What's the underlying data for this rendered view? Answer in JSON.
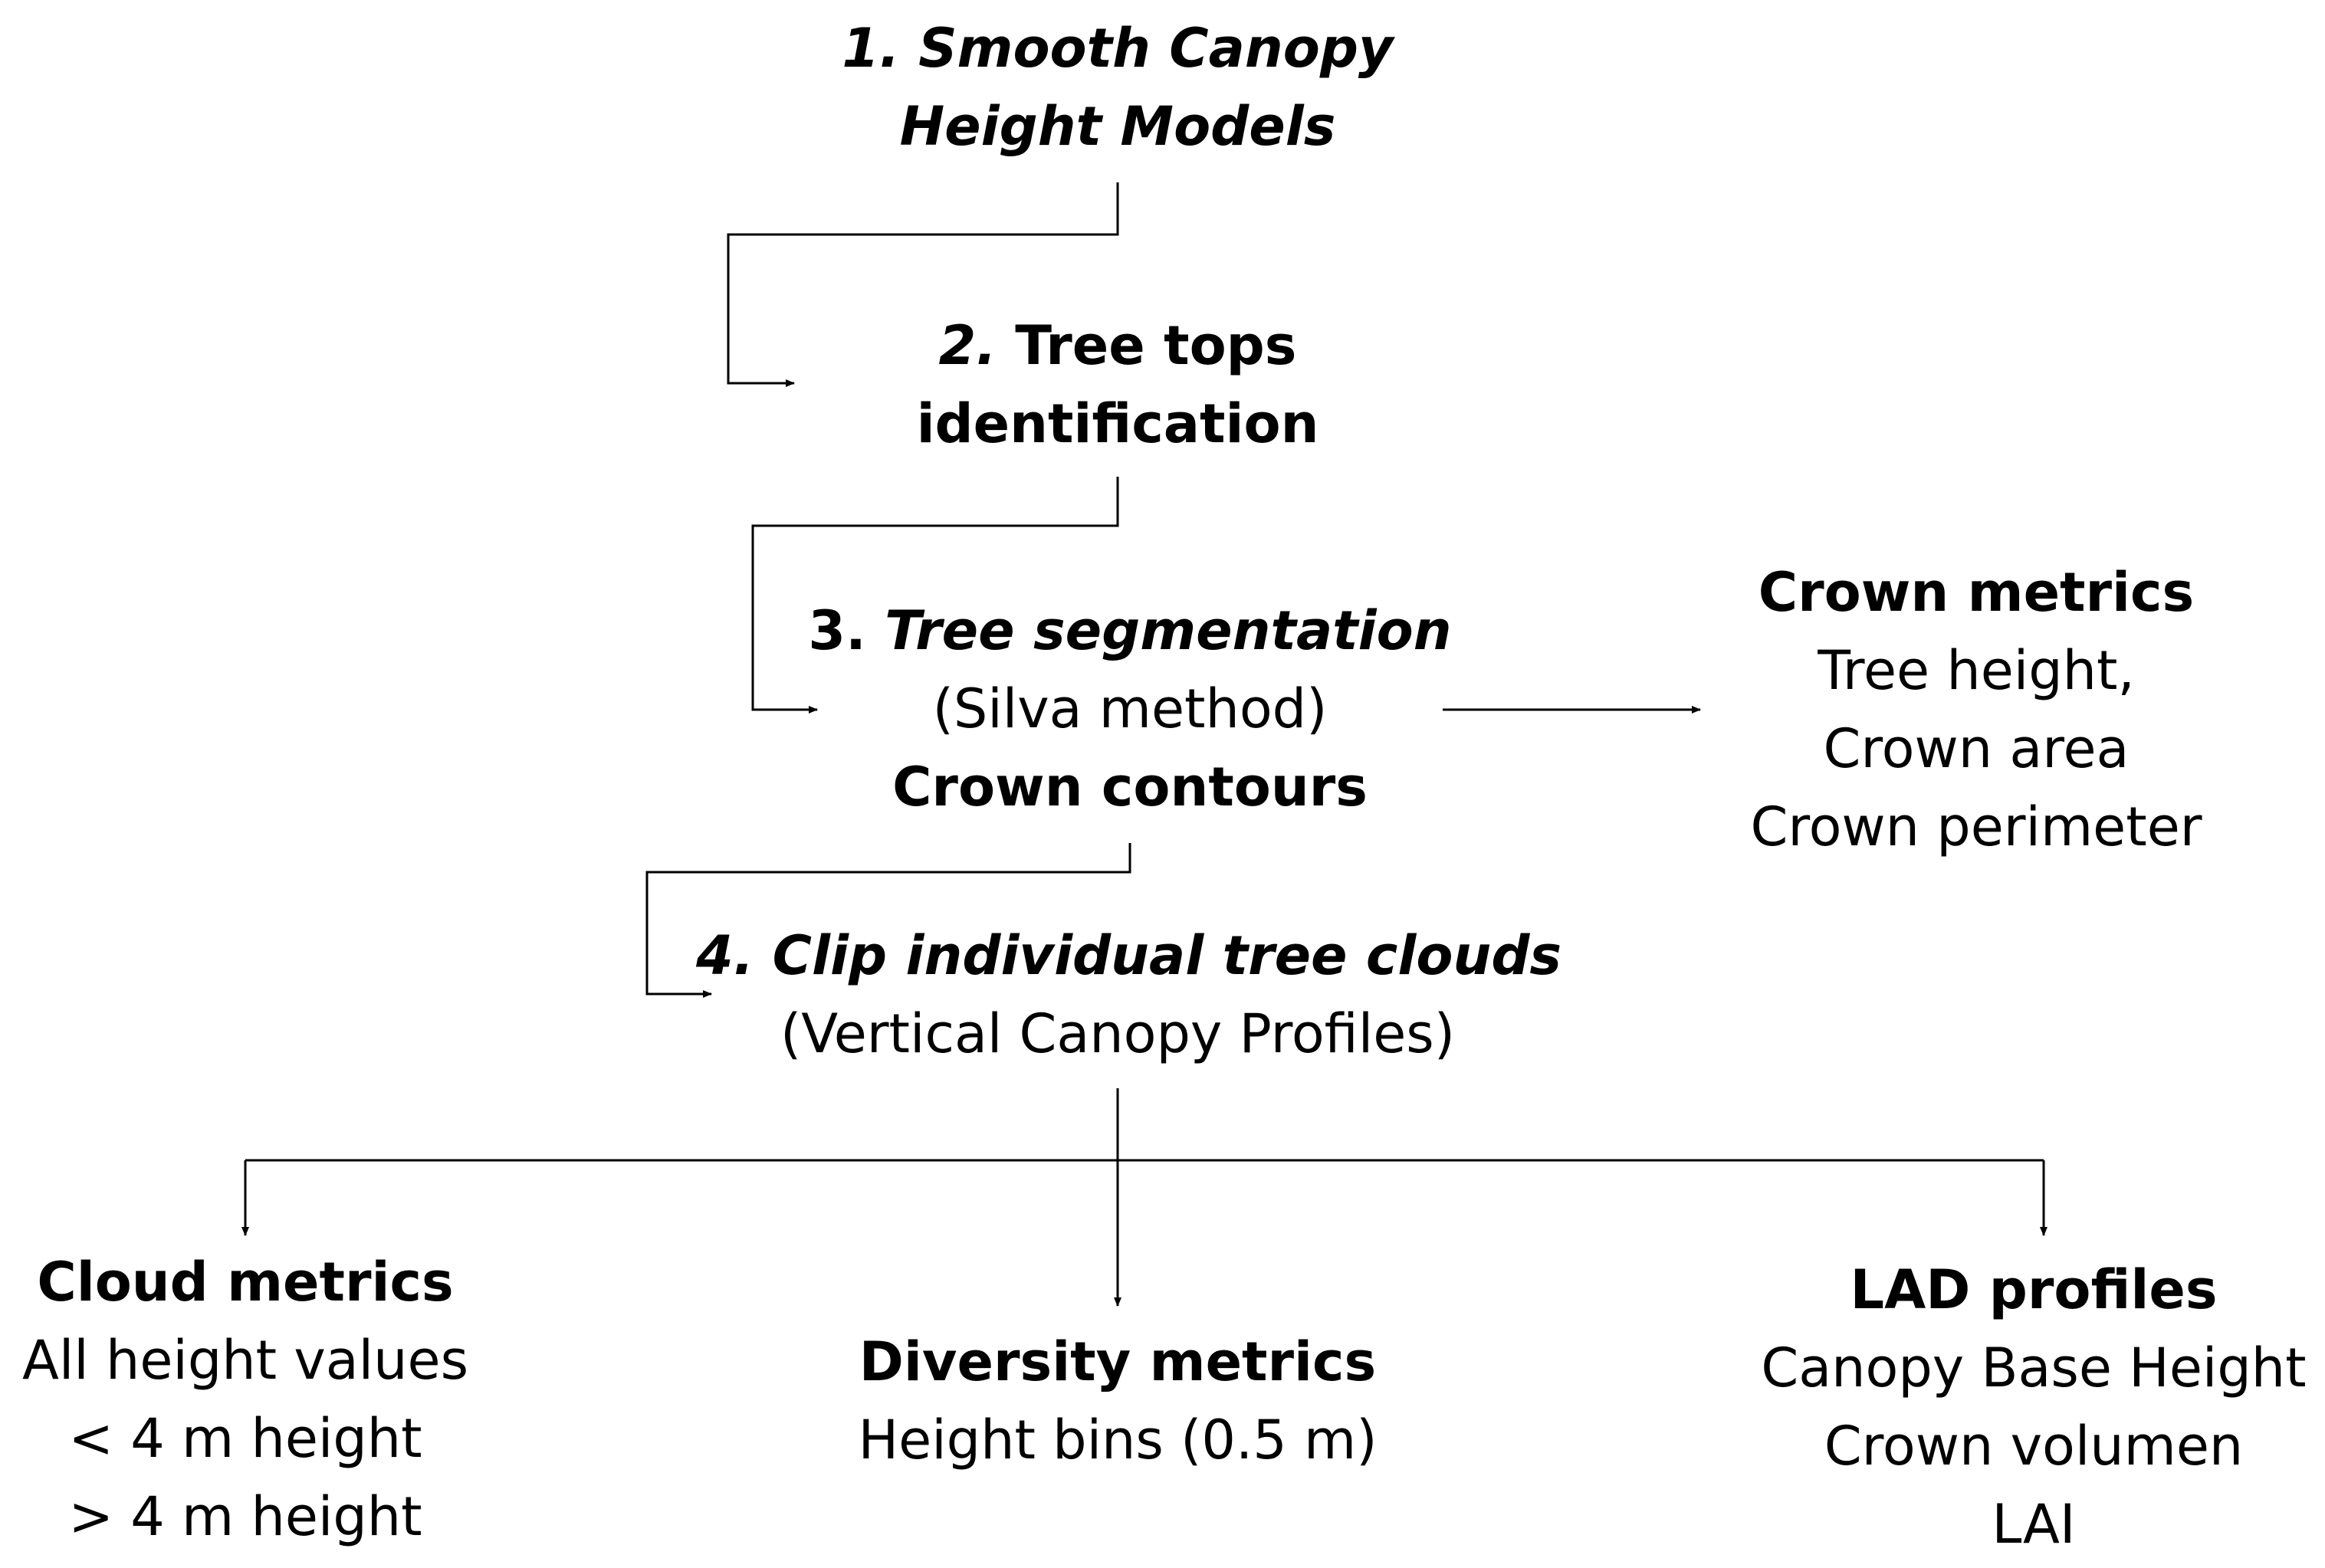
{
  "step1": {
    "line1": "1. Smooth Canopy",
    "line2": "Height Models"
  },
  "step2": {
    "number": "2.",
    "line1_rest": " Tree tops",
    "line2": "identification"
  },
  "step3": {
    "number": "3.",
    "title_rest": " Tree segmentation",
    "method": "(Silva method)",
    "output": "Crown contours"
  },
  "crown_metrics": {
    "title": "Crown metrics",
    "items": [
      "Tree height,",
      "Crown area",
      "Crown perimeter"
    ]
  },
  "step4": {
    "title": "4. Clip individual tree clouds",
    "subtitle": "(Vertical Canopy Profiles)"
  },
  "cloud_metrics": {
    "title": "Cloud metrics",
    "items": [
      "All height values",
      "< 4 m height",
      "> 4 m height"
    ]
  },
  "diversity_metrics": {
    "title": "Diversity metrics",
    "items": [
      "Height bins (0.5 m)"
    ]
  },
  "lad_profiles": {
    "title": "LAD profiles",
    "items": [
      "Canopy Base Height",
      "Crown volumen",
      "LAI"
    ]
  }
}
